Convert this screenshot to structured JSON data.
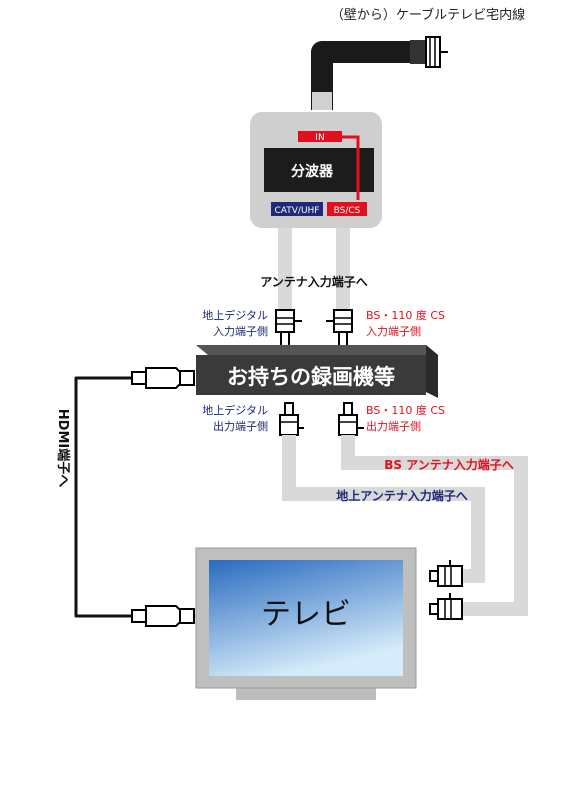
{
  "cable_source": "（壁から）ケーブルテレビ宅内線",
  "splitter": {
    "name": "分波器",
    "in_label": "IN",
    "catv_label": "CATV/UHF",
    "bs_label": "BS/CS"
  },
  "antenna_input_label": "アンテナ入力端子へ",
  "recorder": {
    "name": "お持ちの録画機等",
    "in_terrestrial": [
      "地上デジタル",
      "入力端子側"
    ],
    "in_bs": [
      "BS・110 度 CS",
      "入力端子側"
    ],
    "out_terrestrial": [
      "地上デジタル",
      "出力端子側"
    ],
    "out_bs": [
      "BS・110 度 CS",
      "出力端子側"
    ]
  },
  "bs_antenna_input": "BS アンテナ入力端子へ",
  "terrestrial_antenna_input": "地上アンテナ入力端子へ",
  "hdmi_label": "HDMI端子へ",
  "tv_label": "テレビ",
  "colors": {
    "cable_gray": "#d9d9d9",
    "dark": "#222222",
    "red": "#e0101e",
    "navy": "#1e2a78",
    "tv_blue_top": "#2a6bbf",
    "tv_blue_bottom": "#cfe6f7"
  }
}
